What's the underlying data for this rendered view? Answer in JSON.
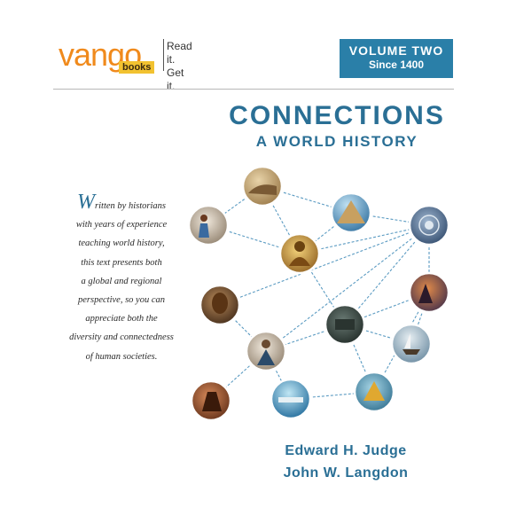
{
  "logo": {
    "wordmark": "vango",
    "badge": "books",
    "tagline_1": "Read it.",
    "tagline_2": "Get it."
  },
  "volume": {
    "line1": "VOLUME TWO",
    "line2": "Since 1400"
  },
  "title": "CONNECTIONS",
  "subtitle": "A WORLD HISTORY",
  "blurb": {
    "dropcap": "W",
    "lines": [
      "ritten by historians",
      "with years of experience",
      "teaching world history,",
      "this text presents both",
      "a global and regional",
      "perspective, so you can",
      "appreciate both the",
      "diversity and connectedness",
      "of human societies."
    ]
  },
  "authors": [
    "Edward H. Judge",
    "John W. Langdon"
  ],
  "colors": {
    "accent_blue": "#2a7fa8",
    "title_blue": "#2a6f95",
    "logo_orange": "#f08a1c",
    "logo_yellow": "#f2c230"
  }
}
